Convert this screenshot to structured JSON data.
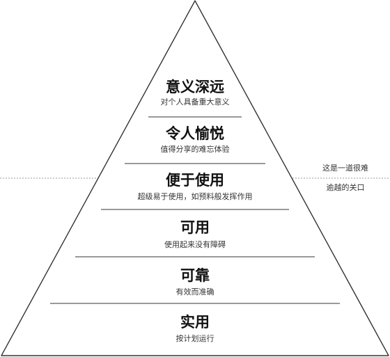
{
  "levels": [
    {
      "title": "意义深远",
      "subtitle": "对个人具备重大意义"
    },
    {
      "title": "令人愉悦",
      "subtitle": "值得分享的难忘体验"
    },
    {
      "title": "便于使用",
      "subtitle": "超级易于使用，如预料般发挥作用"
    },
    {
      "title": "可用",
      "subtitle": "使用起来没有障碍"
    },
    {
      "title": "可靠",
      "subtitle": "有效而准确"
    },
    {
      "title": "实用",
      "subtitle": "按计划运行"
    }
  ],
  "side_note": {
    "line1": "这是一道很难",
    "line2": "逾越的关口"
  }
}
